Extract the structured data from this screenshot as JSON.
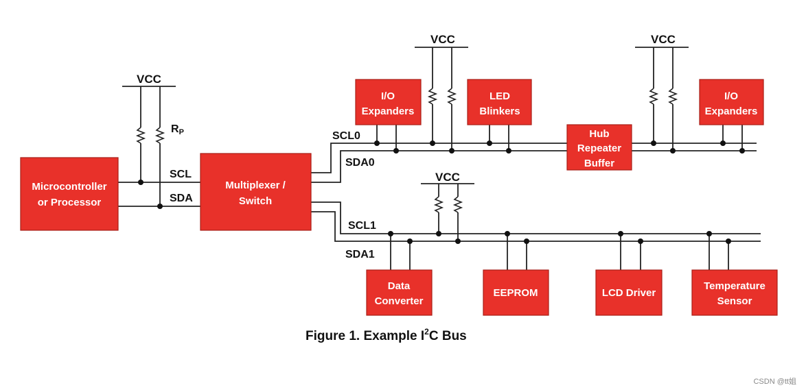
{
  "vcc_label": "VCC",
  "rp_label": "R",
  "rp_sub": "P",
  "bus": {
    "scl": "SCL",
    "sda": "SDA",
    "scl0": "SCL0",
    "sda0": "SDA0",
    "scl1": "SCL1",
    "sda1": "SDA1"
  },
  "blocks": {
    "mcu": [
      "Microcontroller",
      "or Processor"
    ],
    "mux": [
      "Multiplexer /",
      "Switch"
    ],
    "io1": [
      "I/O",
      "Expanders"
    ],
    "led": [
      "LED",
      "Blinkers"
    ],
    "hub": [
      "Hub",
      "Repeater",
      "Buffer"
    ],
    "io2": [
      "I/O",
      "Expanders"
    ],
    "data": [
      "Data",
      "Converter"
    ],
    "eeprom": [
      "EEPROM"
    ],
    "lcd": [
      "LCD Driver"
    ],
    "temp": [
      "Temperature",
      "Sensor"
    ]
  },
  "caption": {
    "prefix": "Figure 1. Example I",
    "sup": "2",
    "suffix": "C Bus"
  },
  "watermark": "CSDN @tt姐",
  "colors": {
    "block_fill": "#e8312a",
    "block_text": "#ffffff",
    "wire": "#222222"
  }
}
